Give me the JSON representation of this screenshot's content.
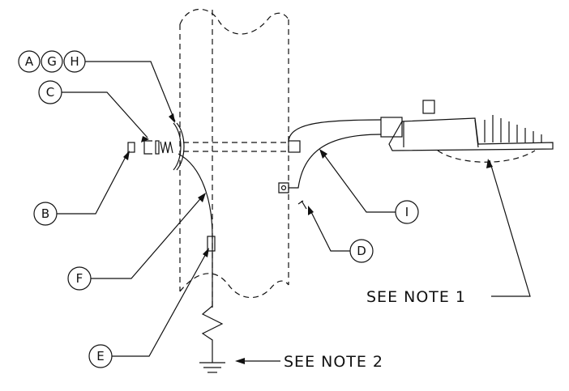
{
  "callouts": {
    "a": "A",
    "g": "G",
    "h": "H",
    "c": "C",
    "b": "B",
    "f": "F",
    "e": "E",
    "i": "I",
    "d": "D"
  },
  "notes": {
    "note1": "SEE NOTE 1",
    "note2": "SEE NOTE 2"
  }
}
